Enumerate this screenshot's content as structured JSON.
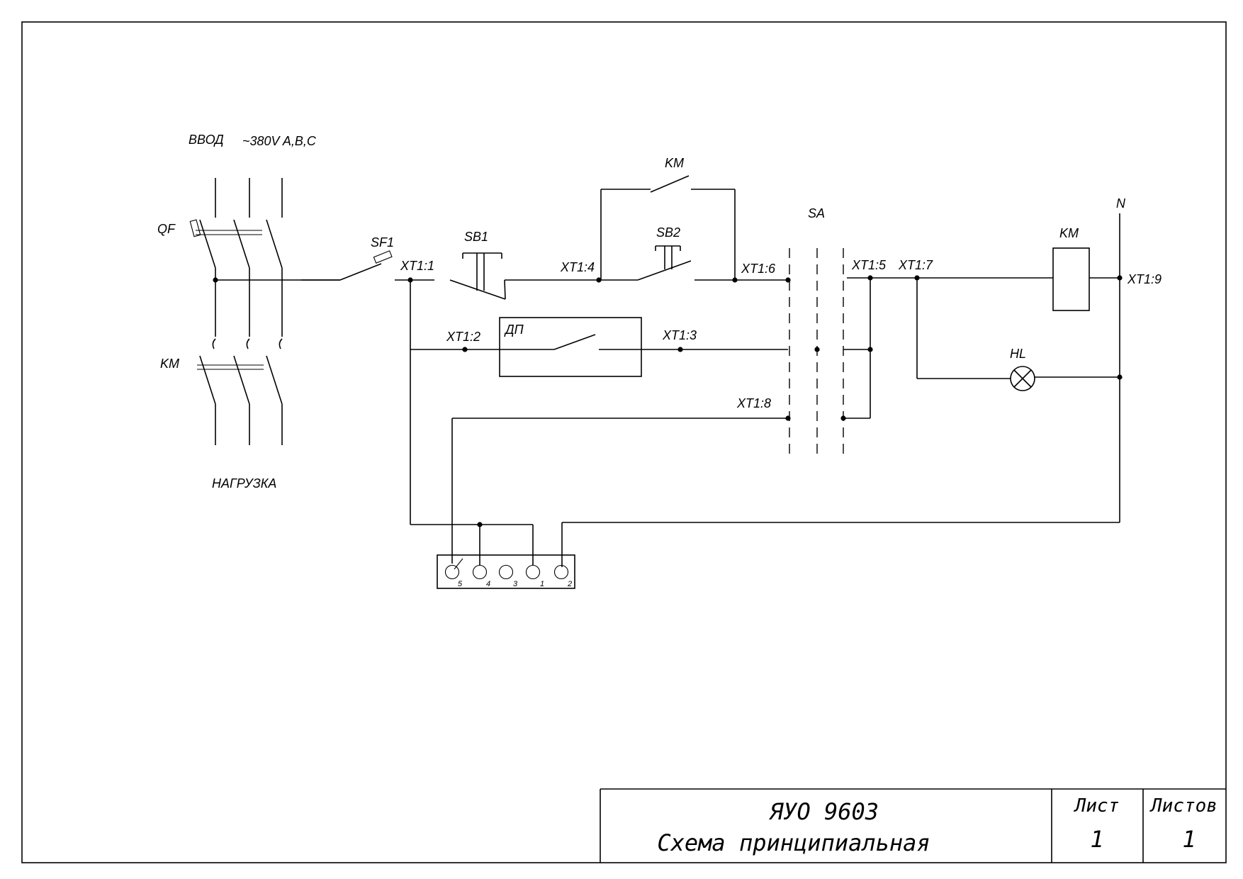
{
  "labels": {
    "input": "ВВОД",
    "voltage": "~380V A,B,C",
    "qf": "QF",
    "km_power": "KM",
    "load": "НАГРУЗКА",
    "sf1": "SF1",
    "sb1": "SB1",
    "sb2": "SB2",
    "km_aux": "KM",
    "km_coil": "KM",
    "sa": "SA",
    "n": "N",
    "hl": "HL",
    "dp": "ДП",
    "xt1_1": "XT1:1",
    "xt1_2": "XT1:2",
    "xt1_3": "XT1:3",
    "xt1_4": "XT1:4",
    "xt1_5": "XT1:5",
    "xt1_6": "XT1:6",
    "xt1_7": "XT1:7",
    "xt1_8": "XT1:8",
    "xt1_9": "XT1:9"
  },
  "terminal_pins": [
    "5",
    "4",
    "3",
    "1",
    "2"
  ],
  "title_block": {
    "code": "ЯУО 9603",
    "name": "Схема принципиальная",
    "sheet_label": "Лист",
    "sheet_value": "1",
    "sheets_label": "Листов",
    "sheets_value": "1"
  }
}
